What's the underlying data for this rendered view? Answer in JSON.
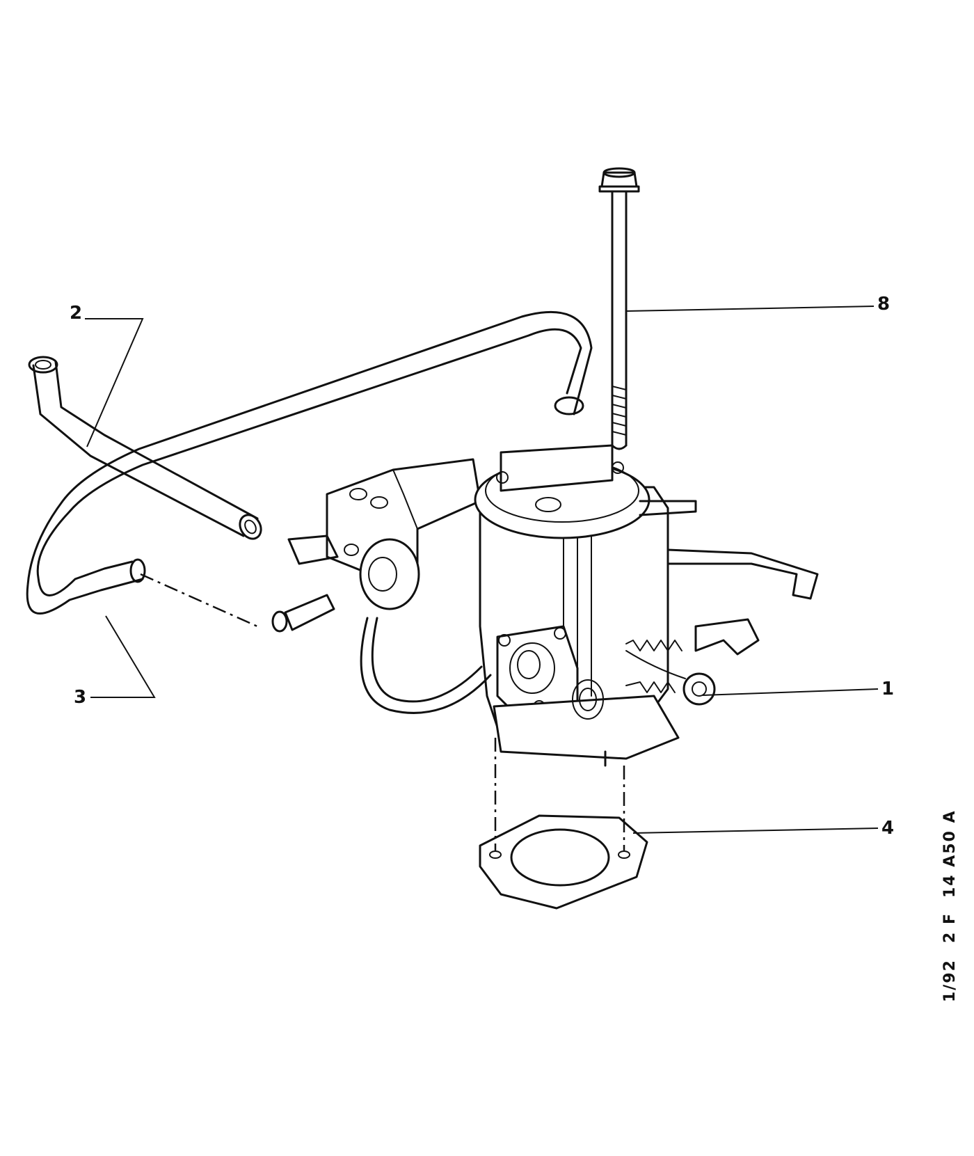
{
  "callouts": {
    "item_1": "1",
    "item_2": "2",
    "item_3": "3",
    "item_4": "4",
    "item_8": "8"
  },
  "side_codes": {
    "date": "1/92",
    "variant": "2 F",
    "drawing_ref": "14 A50 A"
  }
}
